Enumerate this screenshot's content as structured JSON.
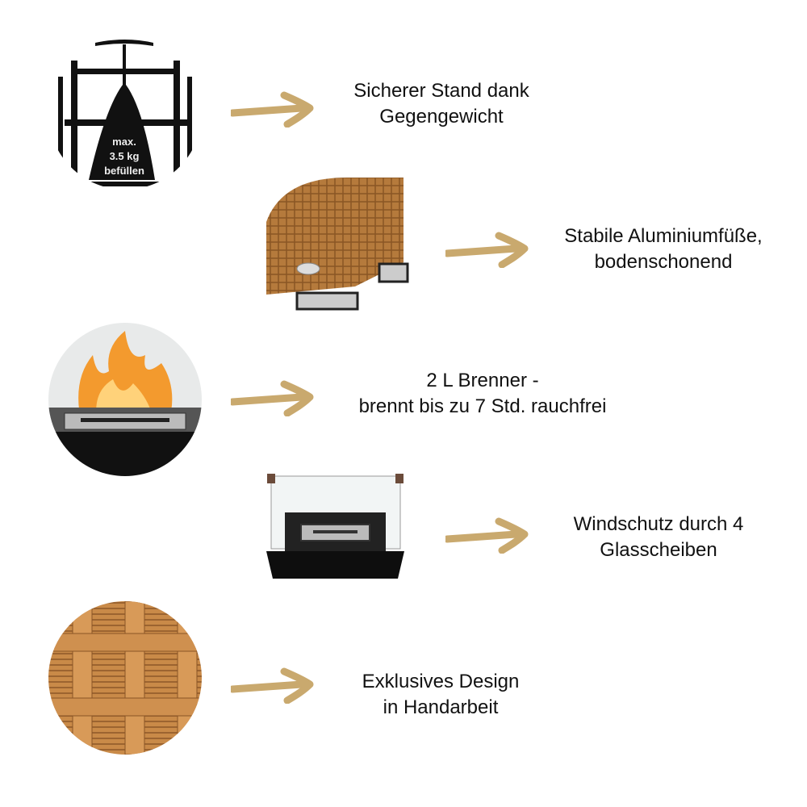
{
  "accent_color": "#c9a96e",
  "features": [
    {
      "image": "counterweight-bag",
      "image_label": [
        "max.",
        "3.5 kg",
        "befüllen"
      ],
      "lines": [
        "Sicherer Stand dank",
        "Gegengewicht"
      ]
    },
    {
      "image": "aluminium-feet",
      "lines": [
        "Stabile Aluminiumfüße,",
        "bodenschonend"
      ]
    },
    {
      "image": "burner-flame",
      "lines": [
        "2 L Brenner -",
        "brennt bis zu 7 Std. rauchfrei"
      ]
    },
    {
      "image": "glass-windshield",
      "lines": [
        "Windschutz durch 4",
        "Glasscheiben"
      ]
    },
    {
      "image": "rattan-weave",
      "lines": [
        "Exklusives Design",
        "in Handarbeit"
      ]
    }
  ]
}
